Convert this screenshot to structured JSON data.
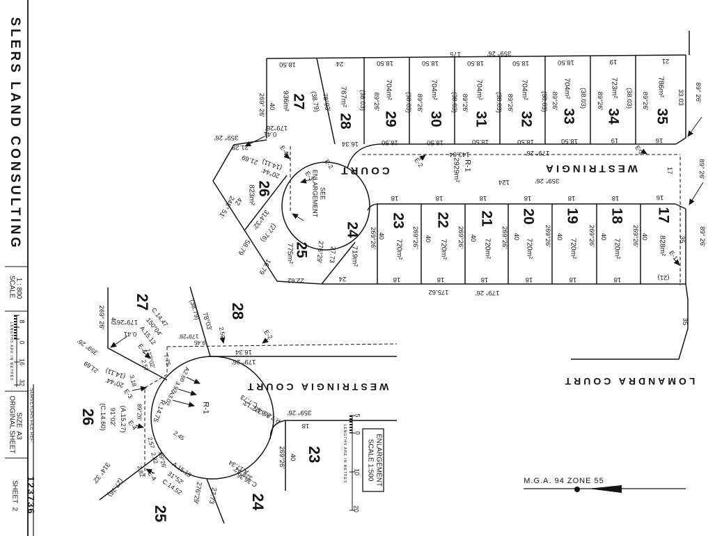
{
  "sidebar": {
    "title": "SLERS LAND CONSULTING",
    "scale_heading": "SCALE",
    "scale_value": "1 : 800",
    "scalebar": {
      "ticks": [
        "8",
        "0",
        "16",
        "32"
      ],
      "note": "LENGTHS ARE IN METRES"
    },
    "original_sheet": "ORIGINAL SHEET",
    "sheet_size": "SIZE  A3",
    "file_ref_label": "SURVEYORS FILE REF:",
    "file_ref_number": "123736",
    "sheet_label": "SHEET  2"
  },
  "plan": {
    "north_ref": "M.G.A. 94 ZONE 55",
    "labels": [
      [
        "27",
        429,
        146,
        90,
        21,
        1
      ],
      [
        "936m²",
        410,
        145,
        90,
        10.5
      ],
      [
        "269° 26'",
        375,
        151,
        90
      ],
      [
        "40",
        390,
        153,
        90
      ],
      [
        "18.50",
        413,
        92,
        180
      ],
      [
        "(38.79)",
        452,
        146,
        80
      ],
      [
        "78°03'",
        468,
        147,
        80
      ],
      [
        "28",
        496,
        174,
        90,
        21,
        1
      ],
      [
        "767m²",
        493,
        139,
        90,
        10.5
      ],
      [
        "24",
        488,
        91,
        180
      ],
      [
        "29",
        561,
        171,
        90,
        21,
        1
      ],
      [
        "704m²",
        558,
        129,
        90,
        10.5
      ],
      [
        "89°26'",
        540,
        146,
        90
      ],
      [
        "(38.03)",
        520,
        144,
        90
      ],
      [
        "18.50",
        553,
        90,
        180
      ],
      [
        "30",
        626,
        171,
        90,
        21,
        1
      ],
      [
        "704m²",
        623,
        129,
        90,
        10.5
      ],
      [
        "89°26'",
        602,
        148,
        90
      ],
      [
        "(38.03)",
        586,
        147,
        90
      ],
      [
        "18.50",
        618,
        90,
        180
      ],
      [
        "31",
        691,
        171,
        90,
        21,
        1
      ],
      [
        "704m²",
        688,
        129,
        90,
        10.5
      ],
      [
        "89°26'",
        667,
        148,
        90
      ],
      [
        "(38.03)",
        652,
        147,
        90
      ],
      [
        "18.50",
        683,
        90,
        180
      ],
      [
        "32",
        756,
        171,
        90,
        21,
        1
      ],
      [
        "704m²",
        753,
        129,
        90,
        10.5
      ],
      [
        "89°26'",
        732,
        148,
        90
      ],
      [
        "(38.03)",
        716,
        147,
        90
      ],
      [
        "18.50",
        748,
        90,
        180
      ],
      [
        "33",
        817,
        167,
        90,
        21,
        1
      ],
      [
        "704m²",
        814,
        127,
        90,
        10.5
      ],
      [
        "89°26'",
        796,
        145,
        90
      ],
      [
        "(38.03)",
        781,
        146,
        90
      ],
      [
        "18.50",
        813,
        89,
        180
      ],
      [
        "34",
        881,
        167,
        90,
        21,
        1
      ],
      [
        "723m²",
        882,
        126,
        90,
        10.5
      ],
      [
        "89°26'",
        861,
        145,
        90
      ],
      [
        "(38.03)",
        837,
        141,
        90
      ],
      [
        "19",
        881,
        88,
        180
      ],
      [
        "35",
        951,
        167,
        90,
        21,
        1
      ],
      [
        "786m²",
        949,
        125,
        90,
        10.5
      ],
      [
        "89°26'",
        926,
        145,
        90
      ],
      [
        "(38.03)",
        903,
        141,
        90
      ],
      [
        "21",
        956,
        87,
        180
      ],
      [
        "33.03",
        977,
        140,
        90
      ],
      [
        "359° 26'",
        717,
        76,
        180
      ],
      [
        "175",
        654,
        77,
        180
      ],
      [
        "16.34",
        503,
        206,
        180
      ],
      [
        "18.50",
        560,
        204,
        180
      ],
      [
        "18.50",
        625,
        204,
        180
      ],
      [
        "18.50",
        690,
        203,
        180
      ],
      [
        "18.50",
        755,
        203,
        180
      ],
      [
        "18.50",
        818,
        202,
        180
      ],
      [
        "19",
        883,
        201,
        180
      ],
      [
        "16",
        947,
        201,
        180
      ],
      [
        "179° 26'",
        772,
        219,
        180
      ],
      [
        "143.84",
        660,
        221,
        180
      ],
      [
        "COURT",
        523,
        245,
        180,
        15,
        2
      ],
      [
        "WESTRINGIA",
        848,
        242,
        180,
        15,
        2
      ],
      [
        "R-1",
        671,
        238,
        90,
        11
      ],
      [
        "2929m²",
        655,
        244,
        90,
        10.5
      ],
      [
        "359° 26'",
        786,
        259,
        180
      ],
      [
        "124",
        724,
        261,
        180
      ],
      [
        "E-2",
        601,
        234,
        55,
        9
      ],
      [
        "E-2",
        918,
        216,
        55,
        9
      ],
      [
        "E-4",
        408,
        216,
        55,
        9
      ],
      [
        "E-3",
        444,
        253,
        55,
        9
      ],
      [
        "E-2",
        472,
        236,
        55,
        9
      ],
      [
        "SEE",
        463,
        278,
        90,
        9
      ],
      [
        "ENLARGEMENT",
        452,
        278,
        90,
        9
      ],
      [
        "26",
        379,
        271,
        90,
        21,
        1
      ],
      [
        "823m²",
        361,
        280,
        90,
        10.5
      ],
      [
        "179°26'",
        397,
        183,
        180
      ],
      [
        "0.41",
        388,
        192,
        180
      ],
      [
        "359° 26'",
        325,
        197,
        180
      ],
      [
        "21.28",
        345,
        211,
        180
      ],
      [
        "21.69",
        359,
        229,
        200
      ],
      [
        "(14.11)",
        391,
        236,
        200
      ],
      [
        "20°44'",
        389,
        248,
        200
      ],
      [
        "42",
        342,
        289,
        120
      ],
      [
        "248° 51'",
        325,
        297,
        120
      ],
      [
        "58.79",
        350,
        355,
        120
      ],
      [
        "16.79",
        380,
        383,
        120
      ],
      [
        "314°32'",
        374,
        315,
        127
      ],
      [
        "(27.76)",
        385,
        334,
        127
      ],
      [
        "25",
        433,
        359,
        90,
        21,
        1
      ],
      [
        "775m²",
        416,
        364,
        90,
        10.5
      ],
      [
        "276°29'",
        459,
        362,
        95
      ],
      [
        "27.73",
        477,
        366,
        95
      ],
      [
        "22.62",
        425,
        402,
        180
      ],
      [
        "24",
        492,
        400,
        180
      ],
      [
        "24",
        506,
        330,
        90,
        21,
        1
      ],
      [
        "719m²",
        509,
        368,
        90,
        10.5
      ],
      [
        "23",
        572,
        317,
        90,
        21,
        1
      ],
      [
        "720m²",
        573,
        358,
        90,
        10.5
      ],
      [
        "269°26'",
        535,
        342,
        90
      ],
      [
        "40",
        547,
        339,
        90
      ],
      [
        "18",
        567,
        284,
        180
      ],
      [
        "18",
        570,
        401,
        180
      ],
      [
        "22",
        636,
        316,
        90,
        21,
        1
      ],
      [
        "720m²",
        637,
        358,
        90,
        10.5
      ],
      [
        "269°26'",
        596,
        341,
        90
      ],
      [
        "40",
        614,
        343,
        90
      ],
      [
        "18",
        631,
        284,
        180
      ],
      [
        "18",
        633,
        401,
        180
      ],
      [
        "21",
        699,
        314,
        90,
        21,
        1
      ],
      [
        "720m²",
        700,
        357,
        90,
        10.5
      ],
      [
        "269°26'",
        661,
        341,
        90
      ],
      [
        "40",
        679,
        342,
        90
      ],
      [
        "18",
        694,
        284,
        180
      ],
      [
        "18",
        696,
        401,
        180
      ],
      [
        "20",
        759,
        311,
        90,
        21,
        1
      ],
      [
        "720m²",
        760,
        357,
        90,
        10.5
      ],
      [
        "269°26'",
        724,
        341,
        90
      ],
      [
        "40",
        741,
        340,
        90
      ],
      [
        "18",
        758,
        284,
        180
      ],
      [
        "18",
        760,
        401,
        180
      ],
      [
        "19",
        822,
        310,
        90,
        21,
        1
      ],
      [
        "720m²",
        823,
        357,
        90,
        10.5
      ],
      [
        "269°26'",
        786,
        339,
        90
      ],
      [
        "40",
        803,
        340,
        90
      ],
      [
        "18",
        821,
        284,
        180
      ],
      [
        "18",
        823,
        401,
        180
      ],
      [
        "18",
        886,
        310,
        90,
        21,
        1
      ],
      [
        "720m²",
        886,
        357,
        90,
        10.5
      ],
      [
        "269°26'",
        849,
        339,
        90
      ],
      [
        "40",
        866,
        340,
        90
      ],
      [
        "18",
        884,
        284,
        180
      ],
      [
        "18",
        887,
        401,
        180
      ],
      [
        "17",
        953,
        309,
        90,
        21,
        1
      ],
      [
        "828m²",
        951,
        353,
        90,
        10.5
      ],
      [
        "269°26'",
        912,
        339,
        90
      ],
      [
        "40",
        925,
        340,
        90
      ],
      [
        "16",
        948,
        283,
        180
      ],
      [
        "(21)",
        953,
        398,
        180
      ],
      [
        "179° 26'",
        700,
        420,
        180
      ],
      [
        "175.62",
        630,
        419,
        180
      ],
      [
        "89° 26'",
        1002,
        133,
        90
      ],
      [
        "89° 26'",
        1007,
        243,
        90
      ],
      [
        "17",
        961,
        245,
        90
      ],
      [
        "89° 26'",
        1008,
        340,
        90
      ],
      [
        "35",
        979,
        344,
        90
      ],
      [
        "E-1",
        967,
        367,
        55,
        9
      ],
      [
        "LOMANDRA COURT",
        903,
        548,
        180,
        14,
        2
      ],
      [
        "35",
        983,
        462,
        90
      ]
    ]
  },
  "enlargement": {
    "box_title": "ENLARGEMENT",
    "box_scale": "SCALE 1:500",
    "scalebar": {
      "ticks": [
        "5",
        "0",
        "10",
        "20"
      ],
      "note": "LENGTHS ARE IN METRES"
    },
    "labels": [
      [
        "27",
        204,
        434,
        90,
        22,
        1
      ],
      [
        "28",
        341,
        447,
        90,
        22,
        1
      ],
      [
        "26",
        126,
        599,
        90,
        22,
        1
      ],
      [
        "25",
        230,
        738,
        90,
        22,
        1
      ],
      [
        "24",
        370,
        721,
        90,
        22,
        1
      ],
      [
        "23",
        451,
        653,
        90,
        22,
        1
      ],
      [
        "269° 26'",
        145,
        456,
        90
      ],
      [
        "40",
        162,
        461,
        90
      ],
      [
        "179°26'",
        182,
        462,
        180
      ],
      [
        "0.41",
        187,
        479,
        180
      ],
      [
        "359° 26'",
        126,
        498,
        215,
        9
      ],
      [
        "21.69",
        131,
        527,
        215,
        9
      ],
      [
        "(14.11)",
        166,
        536,
        198
      ],
      [
        "20°44'",
        165,
        549,
        198
      ],
      [
        "C.14.47",
        229,
        456,
        52,
        9
      ],
      [
        "150°04'",
        221,
        470,
        52,
        9
      ],
      [
        "A.15.12",
        212,
        482,
        52,
        9
      ],
      [
        "127°02'",
        216,
        515,
        75,
        8.5
      ],
      [
        "7.75",
        240,
        517,
        75,
        8.5
      ],
      [
        "2.57",
        208,
        525,
        75,
        8.5
      ],
      [
        "3.18",
        191,
        547,
        75,
        8.5
      ],
      [
        "2.50",
        319,
        478,
        80,
        8.5
      ],
      [
        "9.45",
        287,
        492,
        180,
        8.5
      ],
      [
        "179°26'",
        271,
        483,
        180,
        8.5
      ],
      [
        "16.34",
        350,
        505,
        180
      ],
      [
        "179° 26'",
        350,
        519,
        180
      ],
      [
        "(38.79)",
        279,
        445,
        74
      ],
      [
        "78°03'",
        297,
        462,
        74
      ],
      [
        "E-4",
        204,
        501,
        55,
        9
      ],
      [
        "E-3",
        184,
        566,
        55,
        9
      ],
      [
        "E-2",
        385,
        481,
        55,
        9
      ],
      [
        "E-4",
        190,
        611,
        55,
        9
      ],
      [
        "E-4",
        218,
        684,
        55,
        9
      ],
      [
        "A2.60",
        265,
        538,
        115,
        8.5
      ],
      [
        "3.92",
        253,
        556,
        115,
        8.5
      ],
      [
        "A3.02",
        244,
        572,
        115,
        8.5
      ],
      [
        "R.14.75",
        228,
        590,
        110,
        9.5
      ],
      [
        "89°26'",
        200,
        592,
        90,
        8.5
      ],
      [
        "89°26'",
        233,
        661,
        75,
        8.5
      ],
      [
        "2.82",
        222,
        658,
        75,
        8.5
      ],
      [
        "2.82",
        202,
        677,
        75,
        8.5
      ],
      [
        "2.45",
        257,
        626,
        35,
        8.5
      ],
      [
        "2.57",
        217,
        636,
        75,
        8.5
      ],
      [
        "(A.15.27)",
        176,
        602,
        90
      ],
      [
        "91°02'",
        161,
        599,
        90
      ],
      [
        "(C.14.60)",
        147,
        599,
        90
      ],
      [
        "314° 32'",
        145,
        679,
        127
      ],
      [
        "(27.76)",
        165,
        700,
        127
      ],
      [
        "A.15.19",
        261,
        675,
        35,
        9
      ],
      [
        "31°52'",
        252,
        687,
        35,
        9
      ],
      [
        "C.14.52",
        247,
        700,
        35,
        9
      ],
      [
        "276°29'",
        283,
        708,
        100
      ],
      [
        "27.73",
        305,
        712,
        100
      ],
      [
        "R-1",
        295,
        586,
        90,
        11
      ],
      [
        "R.7.25",
        391,
        599,
        210,
        9
      ],
      [
        "A.8.15",
        377,
        592,
        210,
        9
      ],
      [
        "327°13'",
        363,
        585,
        210,
        9
      ],
      [
        "C.7.73",
        358,
        576,
        210,
        9
      ],
      [
        "C.36.36",
        355,
        689,
        210,
        9
      ],
      [
        "328°42'",
        349,
        680,
        210,
        9
      ],
      [
        "A.17.34",
        343,
        671,
        210,
        9
      ],
      [
        "WESTRINGIA COURT",
        455,
        556,
        180,
        14,
        2
      ],
      [
        "359° 26'",
        430,
        592,
        180
      ],
      [
        "18",
        439,
        611,
        180
      ],
      [
        "269°26'",
        404,
        657,
        90
      ],
      [
        "40",
        420,
        657,
        90
      ]
    ]
  }
}
